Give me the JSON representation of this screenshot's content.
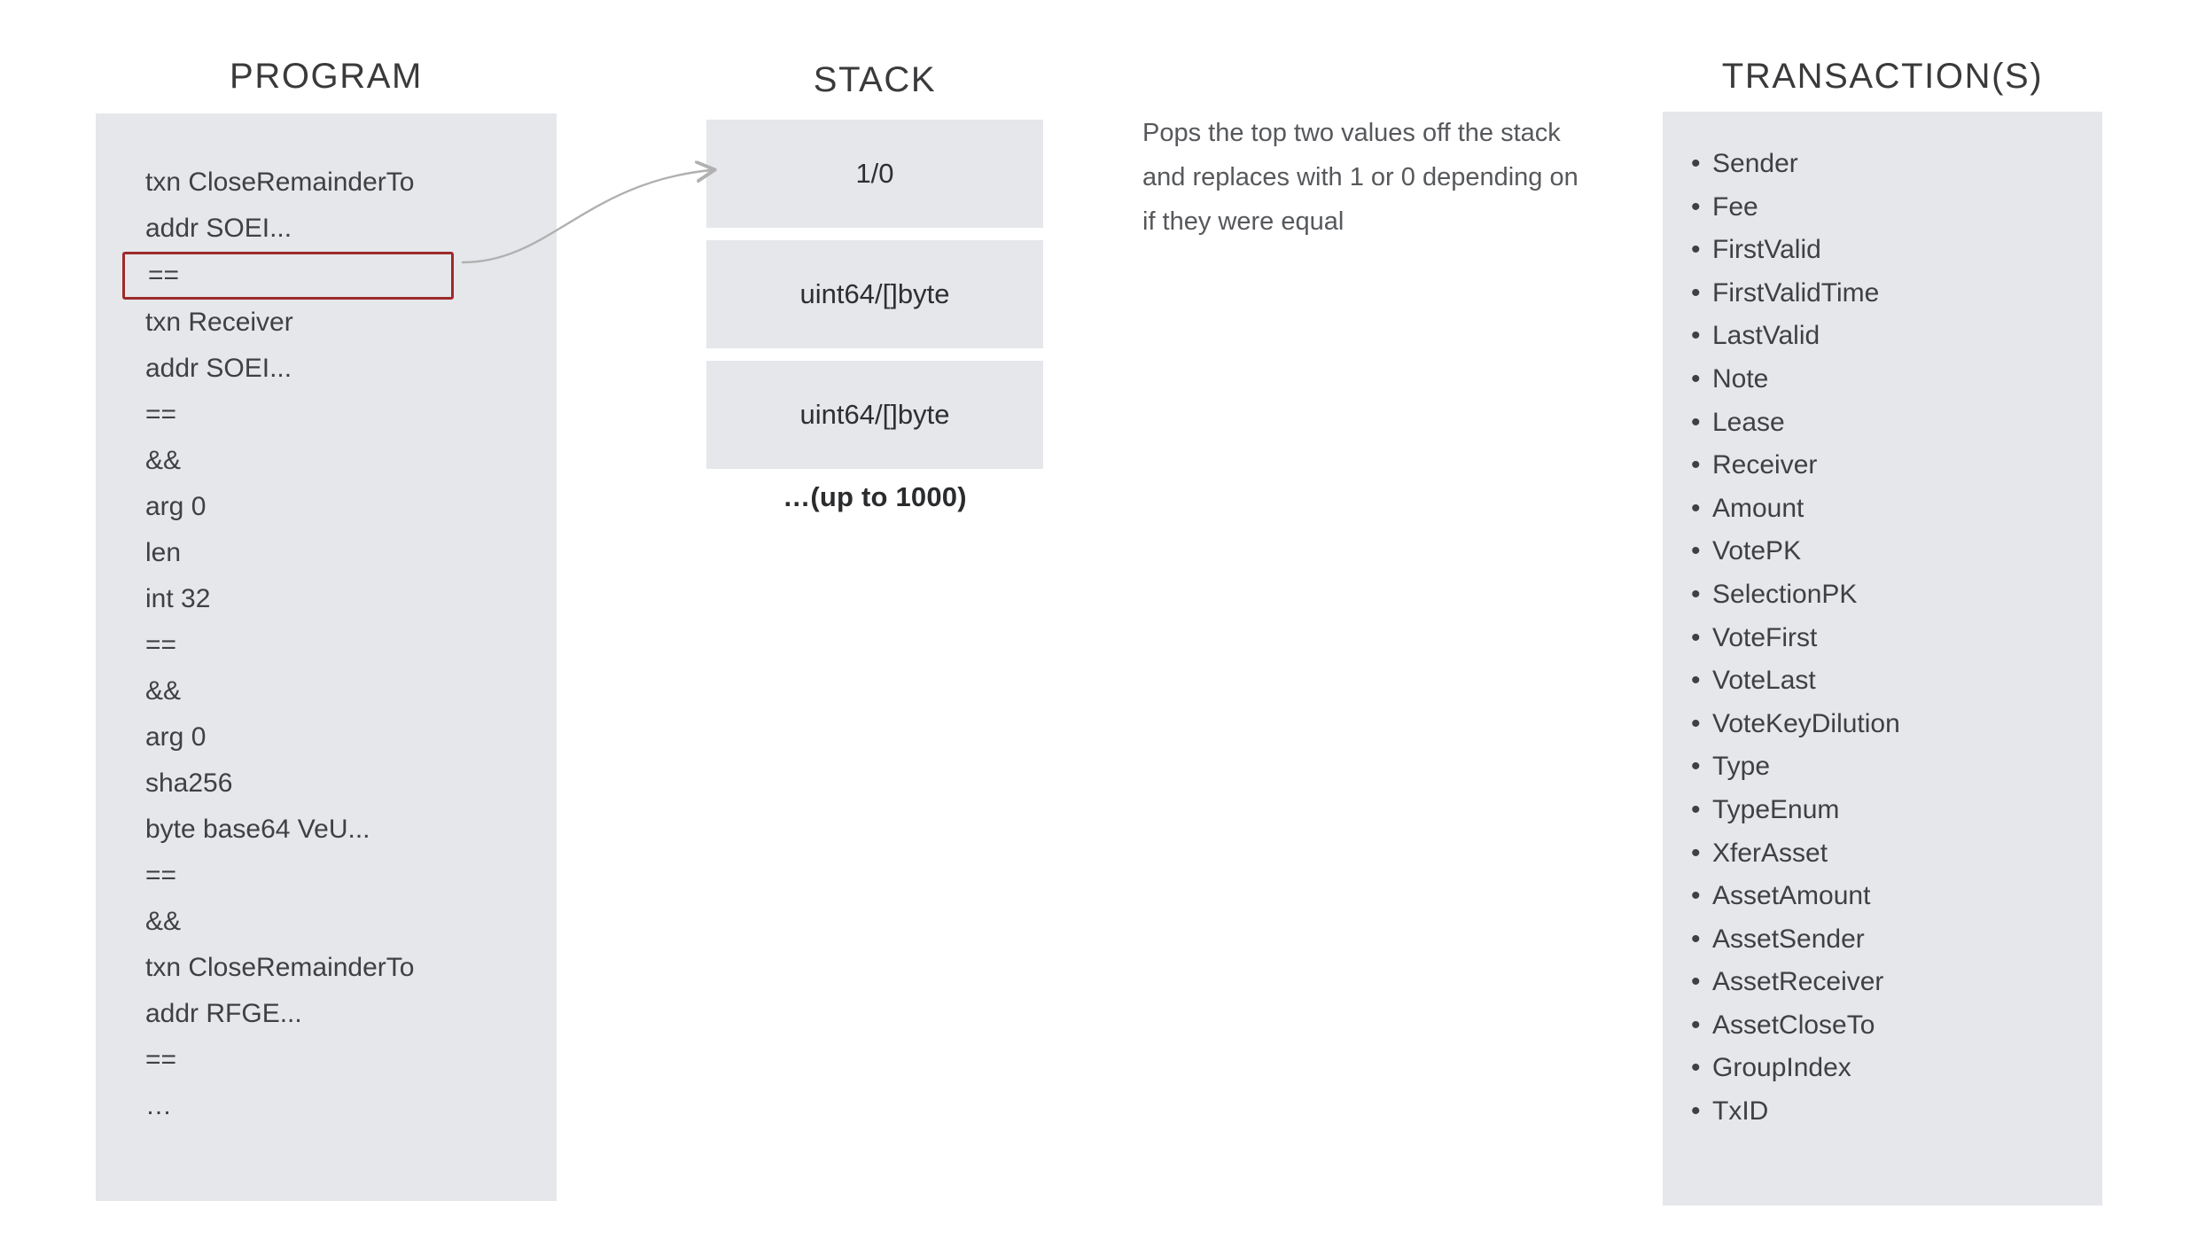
{
  "program": {
    "title": "PROGRAM",
    "highlighted_index": 2,
    "instructions": [
      "txn CloseRemainderTo",
      "addr SOEI...",
      "==",
      "txn Receiver",
      "addr SOEI...",
      "==",
      "&&",
      "arg 0",
      "len",
      "int 32",
      "==",
      "&&",
      "arg 0",
      "sha256",
      "byte base64 VeU...",
      "==",
      "&&",
      "txn CloseRemainderTo",
      "addr RFGE...",
      "==",
      "…"
    ]
  },
  "stack": {
    "title": "STACK",
    "cells": [
      "1/0",
      "uint64/[]byte",
      "uint64/[]byte"
    ],
    "more_label": "…(up to 1000)"
  },
  "annotation": {
    "text": "Pops the top two values off the stack and replaces with 1 or 0 depending on if they were equal"
  },
  "transactions": {
    "title": "TRANSACTION(S)",
    "fields": [
      "Sender",
      "Fee",
      "FirstValid",
      "FirstValidTime",
      "LastValid",
      "Note",
      "Lease",
      "Receiver",
      "Amount",
      "VotePK",
      "SelectionPK",
      "VoteFirst",
      "VoteLast",
      "VoteKeyDilution",
      "Type",
      "TypeEnum",
      "XferAsset",
      "AssetAmount",
      "AssetSender",
      "AssetReceiver",
      "AssetCloseTo",
      "GroupIndex",
      "TxID"
    ]
  },
  "colors": {
    "panel_background": "#e5e7ea",
    "highlight_border": "#9e2a2b",
    "text": "#3f4043",
    "heading": "#3a3a3c",
    "annotation_text": "#56585b",
    "connector": "#b0b0b0",
    "page_background": "#ffffff"
  }
}
